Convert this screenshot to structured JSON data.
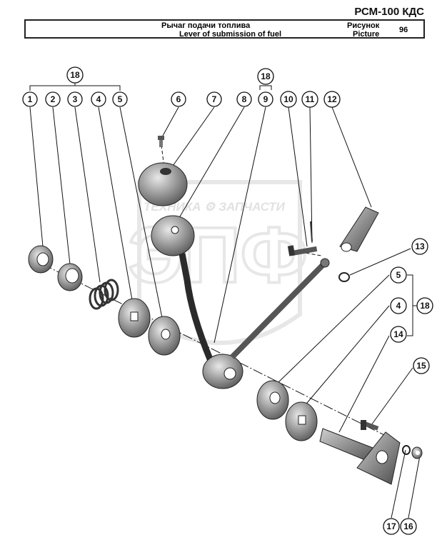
{
  "header": {
    "model": "РСМ-100 КДС",
    "title_ru": "Рычаг подачи топлива",
    "title_en": "Lever of submission of fuel",
    "figure_label_ru": "Рисунок",
    "figure_label_en": "Picture",
    "figure_number": "96"
  },
  "watermark": {
    "logo_letters": "ЭПФ",
    "tagline": "ТЕХНИКА ⚙ ЗАПЧАСТИ"
  },
  "callouts": [
    "1",
    "2",
    "3",
    "4",
    "5",
    "6",
    "7",
    "8",
    "9",
    "10",
    "11",
    "12",
    "13",
    "14",
    "15",
    "16",
    "17",
    "18"
  ],
  "callout_labels": {
    "c1": "1",
    "c2": "2",
    "c3": "3",
    "c4": "4",
    "c5": "5",
    "c6": "6",
    "c7": "7",
    "c8": "8",
    "c9": "9",
    "c10": "10",
    "c11": "11",
    "c12": "12",
    "c13": "13",
    "c14": "14",
    "c15": "15",
    "c16": "16",
    "c17": "17",
    "c18a": "18",
    "c18b": "18",
    "c18c": "18",
    "c5r": "5",
    "c4r": "4"
  },
  "colors": {
    "line": "#111111",
    "part_dark": "#3a3a3a",
    "part_mid": "#8a8a8a",
    "part_light": "#d8d8d8",
    "watermark": "#c8c8c8"
  }
}
